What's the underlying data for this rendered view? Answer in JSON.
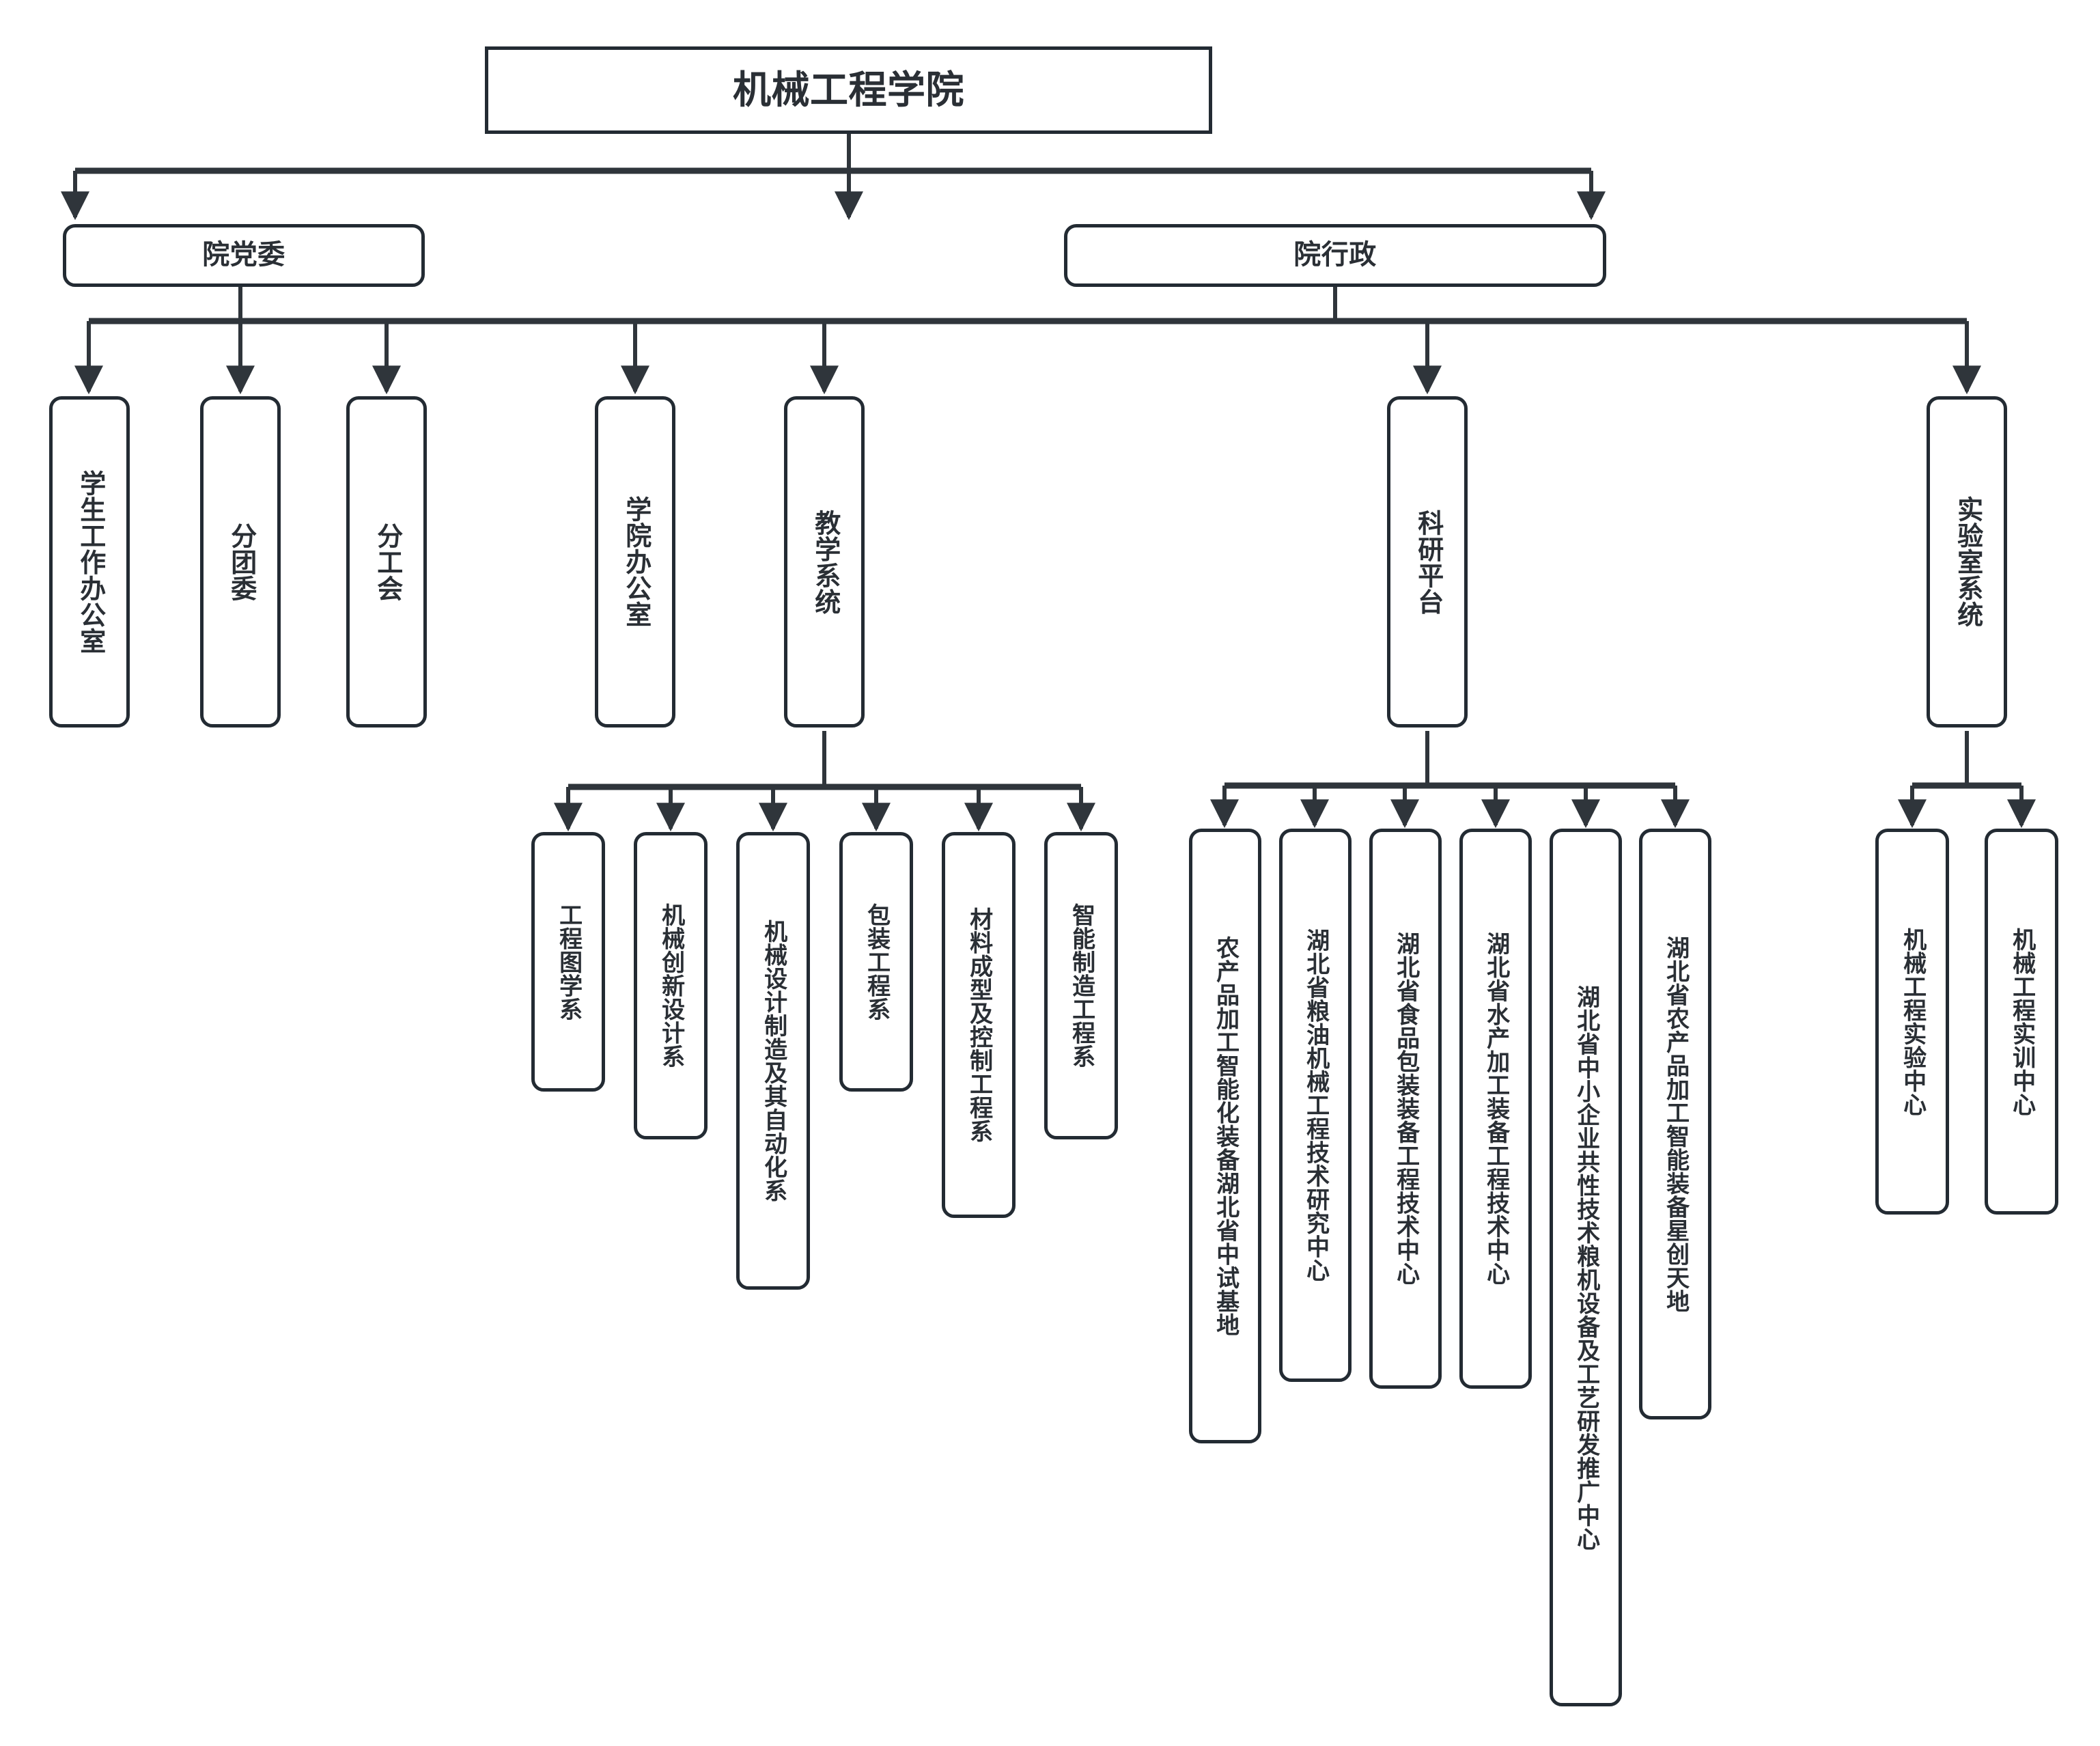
{
  "diagram": {
    "title": "机械工程学院",
    "type": "organizational-chart",
    "orientation": "top-down",
    "colors": {
      "background": "#ffffff",
      "node_border": "#232b33",
      "node_fill": "#ffffff",
      "text": "#2a2f35",
      "connector": "#2f353b"
    }
  },
  "nodes": {
    "root": {
      "label": "机械工程学院",
      "level": 1
    },
    "party": {
      "label": "院党委",
      "level": 2
    },
    "admin": {
      "label": "院行政",
      "level": 2
    },
    "level3": [
      {
        "id": "student-affairs",
        "label": "学生工作办公室",
        "parent": "party"
      },
      {
        "id": "youth-league",
        "label": "分团委",
        "parent": "party"
      },
      {
        "id": "labor-union",
        "label": "分工会",
        "parent": "party"
      },
      {
        "id": "college-office",
        "label": "学院办公室",
        "parent": "admin"
      },
      {
        "id": "teaching-system",
        "label": "教学系统",
        "parent": "admin"
      },
      {
        "id": "research-platform",
        "label": "科研平台",
        "parent": "admin"
      },
      {
        "id": "lab-system",
        "label": "实验室系统",
        "parent": "admin"
      }
    ],
    "teaching_departments": [
      {
        "id": "dept-eng-graphics",
        "label": "工程图学系"
      },
      {
        "id": "dept-mech-innovation",
        "label": "机械创新设计系"
      },
      {
        "id": "dept-mech-design",
        "label": "机械设计制造及其自动化系"
      },
      {
        "id": "dept-packaging",
        "label": "包装工程系"
      },
      {
        "id": "dept-material",
        "label": "材料成型及控制工程系"
      },
      {
        "id": "dept-intelligent",
        "label": "智能制造工程系"
      }
    ],
    "research_platforms": [
      {
        "id": "rp-agri-pilot",
        "label": "农产品加工智能化装备湖北省中试基地"
      },
      {
        "id": "rp-grain-oil",
        "label": "湖北省粮油机械工程技术研究中心"
      },
      {
        "id": "rp-food-pack",
        "label": "湖北省食品包装装备工程技术中心"
      },
      {
        "id": "rp-aquatic",
        "label": "湖北省水产加工装备工程技术中心"
      },
      {
        "id": "rp-sme-common",
        "label": "湖北省中小企业共性技术粮机设备及工艺研发推广中心"
      },
      {
        "id": "rp-star-creation",
        "label": "湖北省农产品加工智能装备星创天地"
      }
    ],
    "lab_centers": [
      {
        "id": "lab-experiment",
        "label": "机械工程实验中心"
      },
      {
        "id": "lab-training",
        "label": "机械工程实训中心"
      }
    ]
  }
}
